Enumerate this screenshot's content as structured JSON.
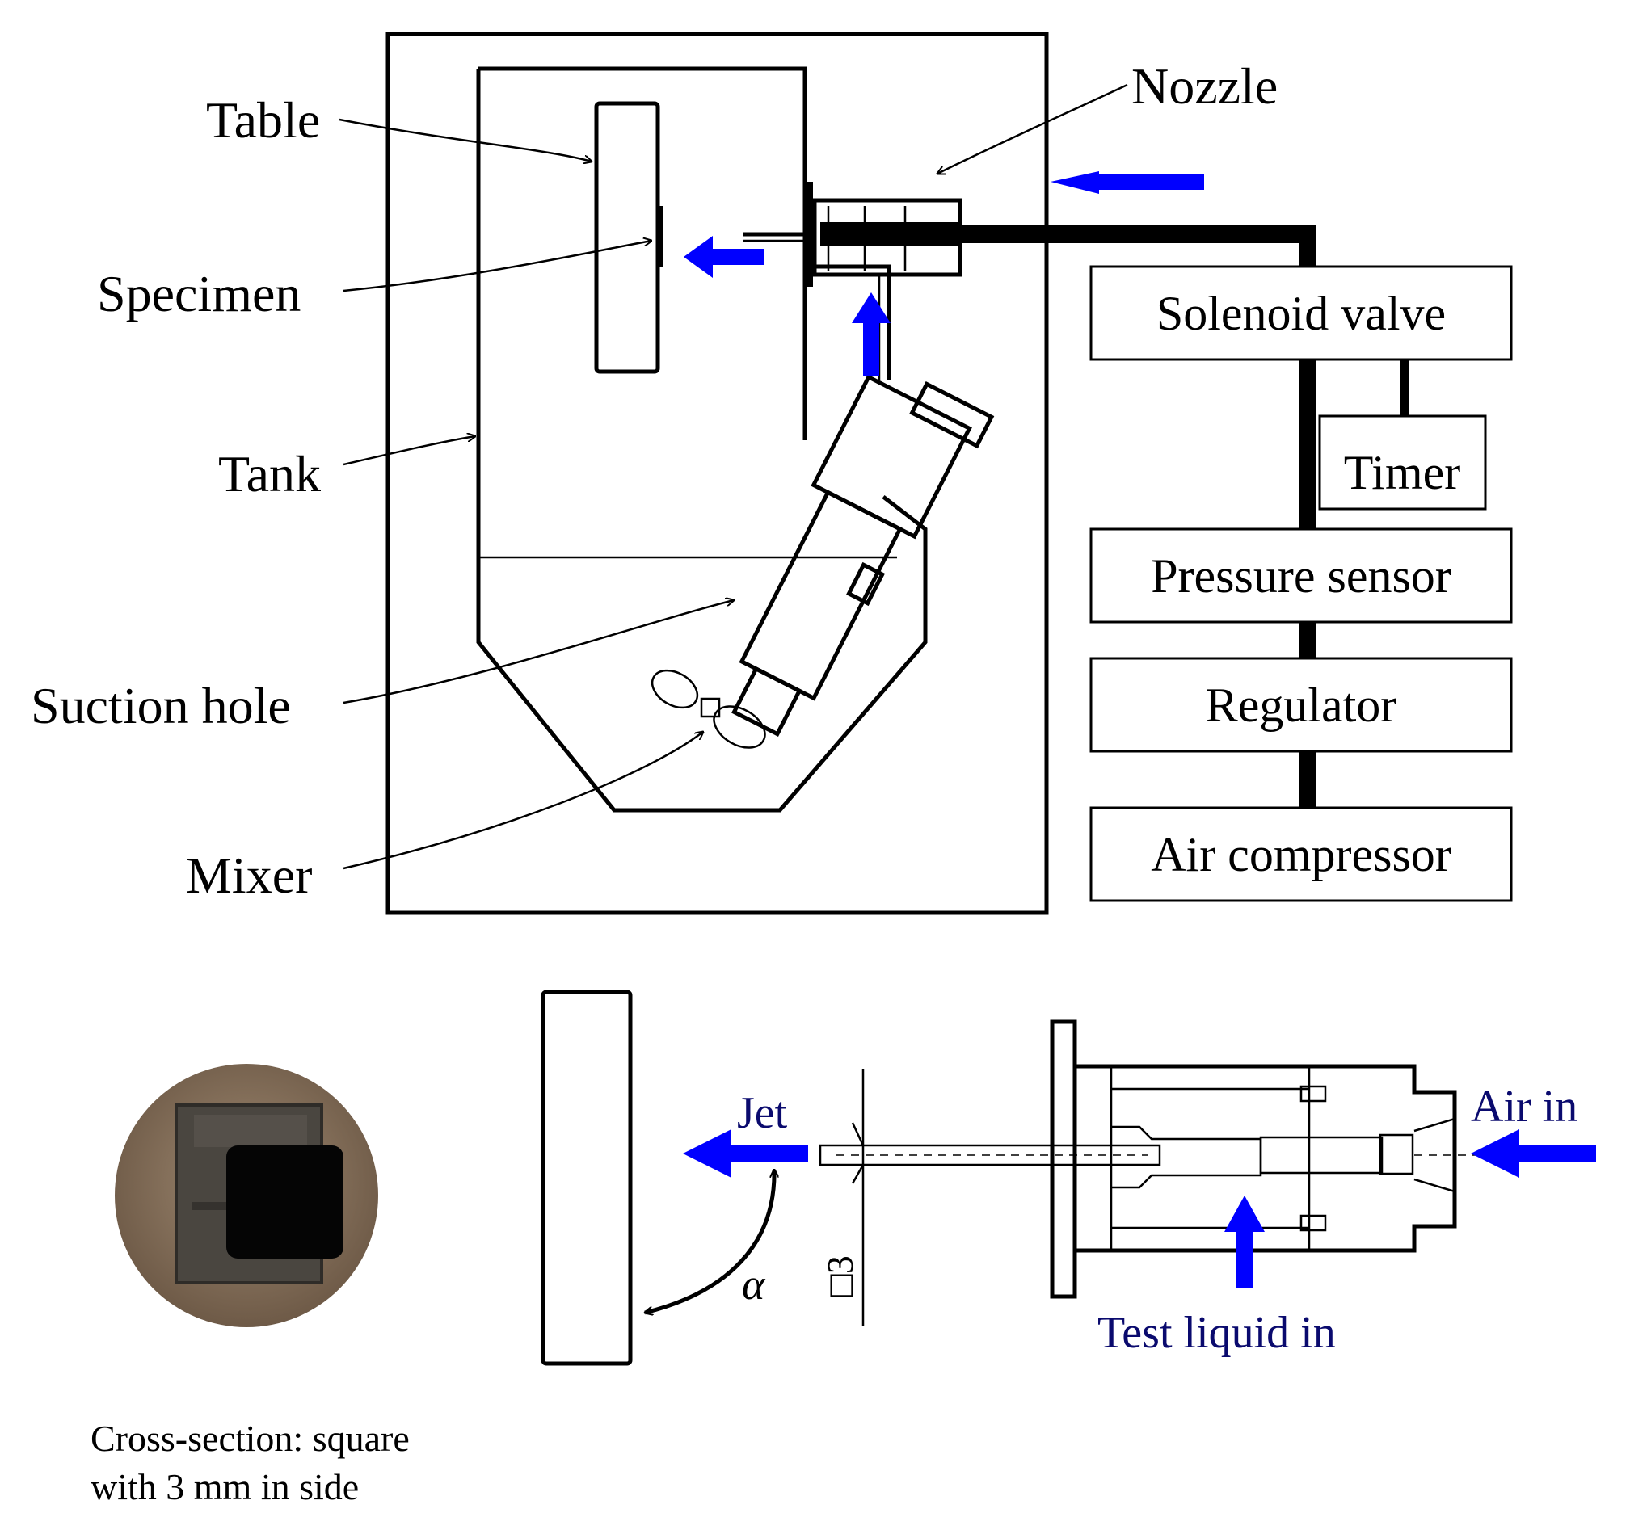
{
  "labels": {
    "table": "Table",
    "specimen": "Specimen",
    "tank": "Tank",
    "suction_hole": "Suction hole",
    "mixer": "Mixer",
    "nozzle": "Nozzle"
  },
  "boxes": {
    "solenoid_valve": "Solenoid valve",
    "timer": "Timer",
    "pressure_sensor": "Pressure sensor",
    "regulator": "Regulator",
    "air_compressor": "Air compressor"
  },
  "nozzle_detail": {
    "jet": "Jet",
    "air_in": "Air in",
    "test_liquid_in": "Test liquid in",
    "angle": "α",
    "dimension": "□3"
  },
  "caption": {
    "line1": "Cross-section: square",
    "line2": "with 3 mm in side"
  },
  "colors": {
    "flow_arrow": "#0000ff",
    "photo_background": "#8a7560",
    "photo_square": "#3d3a35"
  }
}
